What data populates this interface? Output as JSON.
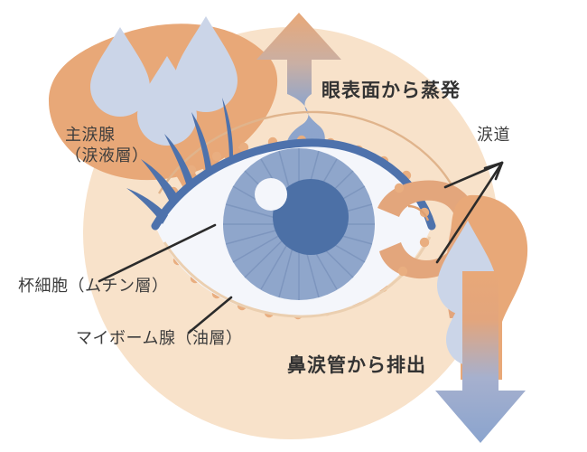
{
  "diagram": {
    "title": "Tear film production and drainage diagram",
    "language": "ja",
    "labels": {
      "main_lacrimal_gland_line1": "主涙腺",
      "main_lacrimal_gland_line2": "（涙液層）",
      "evaporation": "眼表面から蒸発",
      "lacrimal_passage": "涙道",
      "goblet_cells": "杯細胞（ムチン層）",
      "meibomian_gland": "マイボーム腺（油層）",
      "nasolacrimal_drainage": "鼻涙管から排出"
    },
    "icons": {
      "tear_drop": "tear-drop-icon",
      "up_arrow": "evaporation-arrow-icon",
      "down_arrow": "drainage-arrow-icon",
      "eye": "eye-icon",
      "iris": "iris-icon",
      "pupil": "pupil-icon",
      "eyelash": "eyelash-icon",
      "gland_dots": "gland-dot-icon"
    },
    "colors": {
      "background": "#ffffff",
      "face_skin": "#F8E2CA",
      "gland_orange": "#E8A878",
      "gland_orange_dark": "#E0A070",
      "tear_drop_blue": "#CBD5E8",
      "arrow_blue": "#8AA4CE",
      "eyelid_blue": "#4E72AC",
      "iris_blue": "#8FA6CB",
      "pupil_blue": "#4C70A6",
      "sclera": "#F4F6FB",
      "dot_orange": "#E9AE80",
      "pointer_line": "#2B2B2B",
      "text": "#3a3a3a"
    },
    "counts": {
      "upper_tear_drops": 3,
      "drainage_tear_drops": 2,
      "eyelashes": 5
    }
  }
}
